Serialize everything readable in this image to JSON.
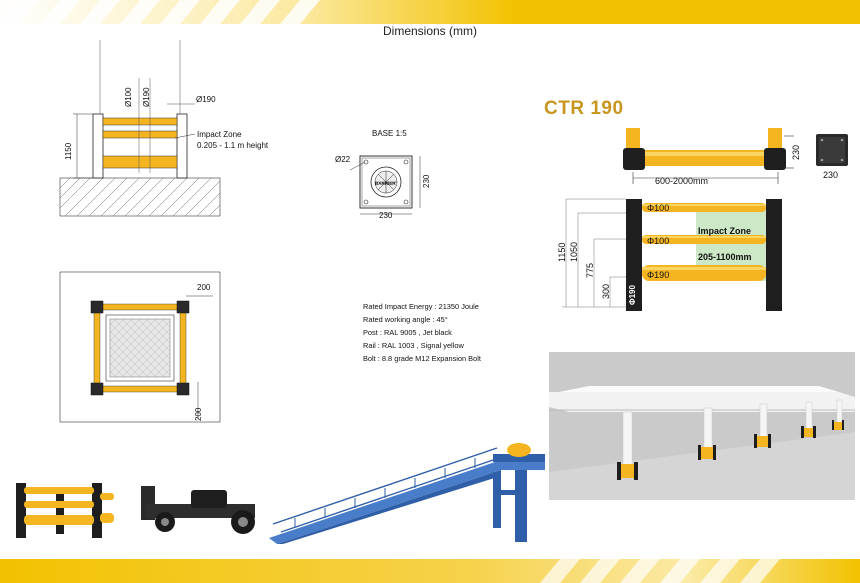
{
  "header": {
    "title": "Dimensions (mm)"
  },
  "front_view": {
    "dia_post_a": "Ø100",
    "dia_post_b": "Ø190",
    "dia_side": "Ø190",
    "height": "1150",
    "impact_zone_title": "Impact Zone",
    "impact_zone_height": "0.205 - 1.1 m height"
  },
  "base_view": {
    "title": "BASE 1:5",
    "hole_dia": "Ø22",
    "width": "230",
    "height": "230",
    "logo_text": "BARRIER"
  },
  "top_view": {
    "dim_top": "200",
    "dim_side": "200"
  },
  "specs": [
    "Rated Impact Energy : 21350 Joule",
    "Rated working angle : 45°",
    "Post : RAL 9005 , Jet black",
    "Rail : RAL 1003 , Signal yellow",
    "Bolt :  8.8 grade M12 Expansion Bolt"
  ],
  "product": {
    "name": "CTR 190",
    "span_label": "600-2000mm",
    "top_height": "230",
    "base_size": "230",
    "rail_top": "Φ100",
    "rail_mid": "Φ100",
    "rail_low": "Φ190",
    "post_label": "Φ190",
    "impact_zone_title": "Impact Zone",
    "impact_zone_range": "205-1100mm",
    "heights": [
      "1150",
      "1050",
      "775",
      "300"
    ]
  },
  "colors": {
    "accent": "#c8961e",
    "rail_yellow": "#f4b520",
    "post_black": "#1e1e1e",
    "band_yellow": "#f2c200",
    "zone_green": "#c8e6c0",
    "ramp_blue": "#2f5fa8"
  }
}
